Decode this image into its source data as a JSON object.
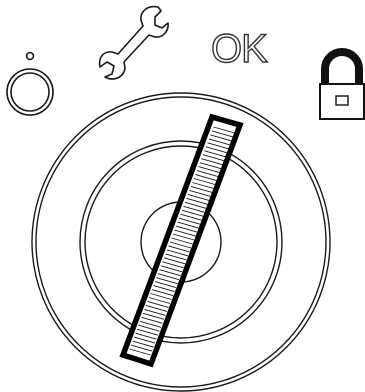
{
  "positions": [
    {
      "name": "off",
      "icon": "power-off-icon"
    },
    {
      "name": "service",
      "icon": "wrench-icon"
    },
    {
      "name": "ok",
      "icon": "ok-text",
      "label": "OK"
    },
    {
      "name": "lock",
      "icon": "padlock-icon"
    }
  ],
  "switch": {
    "state": "key inserted in keyswitch cylinder"
  },
  "colors": {
    "stroke": "#1a1a1a",
    "background": "#ffffff"
  }
}
